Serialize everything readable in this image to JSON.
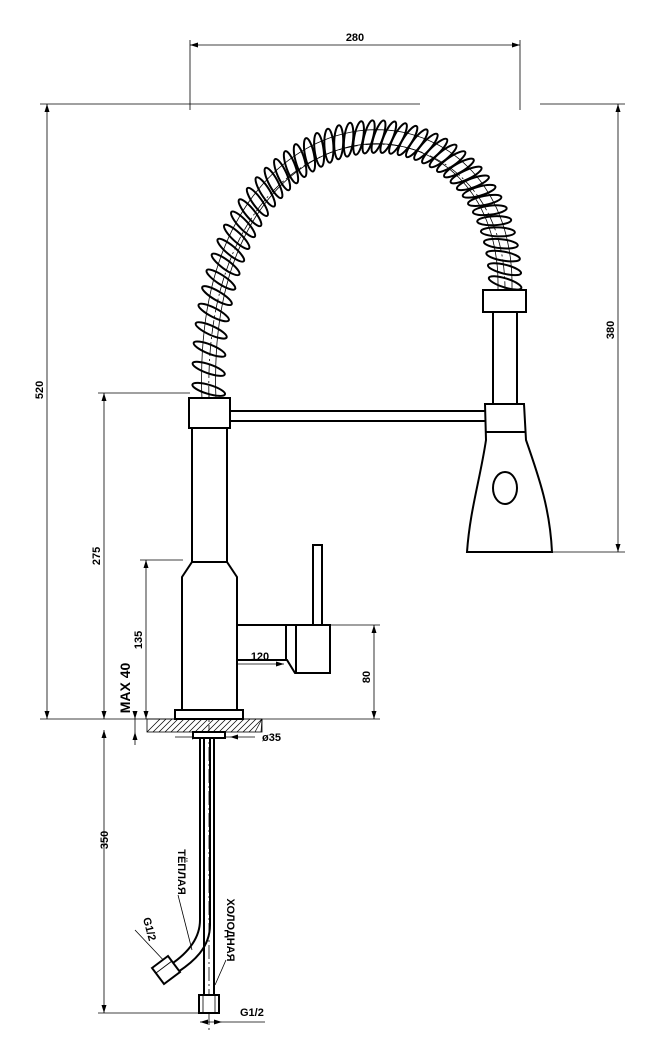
{
  "dimensions": {
    "reach_width": "280",
    "total_height": "520",
    "spout_height": "380",
    "base_to_spout": "275",
    "body_height": "135",
    "lever_length": "120",
    "lever_height": "80",
    "max_countertop": "MAX 40",
    "mount_hole": "ø35",
    "hose_length": "350",
    "thread_warm": "G1/2",
    "thread_cold": "G1/2"
  },
  "labels": {
    "warm_hose": "ТЁПЛАЯ",
    "cold_hose": "ХОЛОДНАЯ"
  },
  "colors": {
    "line": "#000000",
    "background": "#ffffff"
  }
}
